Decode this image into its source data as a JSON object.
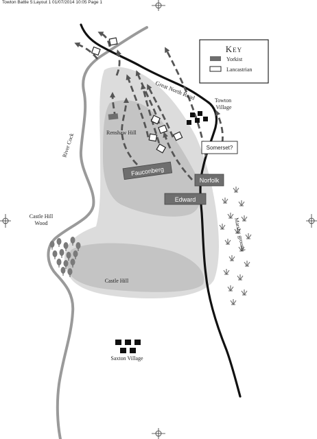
{
  "header": {
    "print_info": "Towton Battle 5:Layout 1  01/07/2014  10:05  Page 1"
  },
  "key": {
    "title": "Key",
    "items": [
      {
        "label": "Yorkist",
        "swatch": "#6e6e6e"
      },
      {
        "label": "Lancastrian",
        "swatch": "#ffffff"
      }
    ]
  },
  "places": {
    "towton_line1": "Towton",
    "towton_line2": "Village",
    "great_north_road": "Great North Road",
    "renshaw_hill": "Renshaw Hill",
    "river_cock": "River Cock",
    "castle_hill_wood_line1": "Castle Hill",
    "castle_hill_wood_line2": "Wood",
    "castle_hill": "Castle Hill",
    "saxton_village": "Saxton Village",
    "marshy_ground": "Marshy ground"
  },
  "commanders": {
    "faucon": "Fauconberg",
    "norfolk": "Norfolk",
    "edward": "Edward",
    "somerset": "Somerset?"
  },
  "colors": {
    "yorkist": "#6e6e6e",
    "lancastrian": "#ffffff",
    "high_ground_light": "#dcdcdc",
    "high_ground_dark": "#c2c2c2",
    "river": "#9a9a9a"
  }
}
